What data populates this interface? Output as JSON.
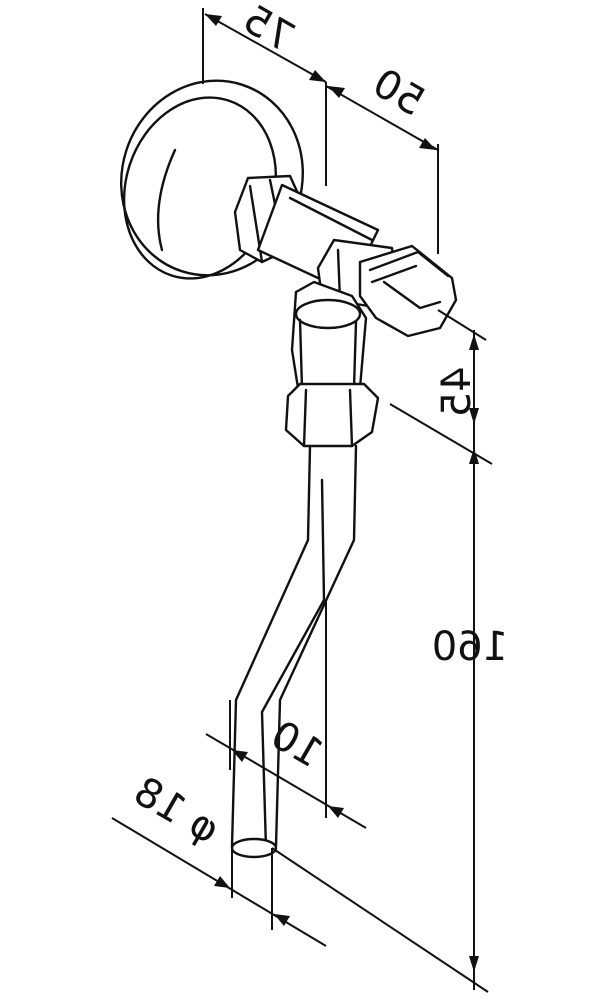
{
  "drawing": {
    "dimensions": [
      {
        "id": "overall-depth",
        "label": "75"
      },
      {
        "id": "valve-length",
        "label": "50"
      },
      {
        "id": "outlet-drop",
        "label": "45"
      },
      {
        "id": "pipe-length",
        "label": "160"
      },
      {
        "id": "offset",
        "label": "10"
      },
      {
        "id": "pipe-diameter",
        "label": "φ 18"
      }
    ]
  }
}
